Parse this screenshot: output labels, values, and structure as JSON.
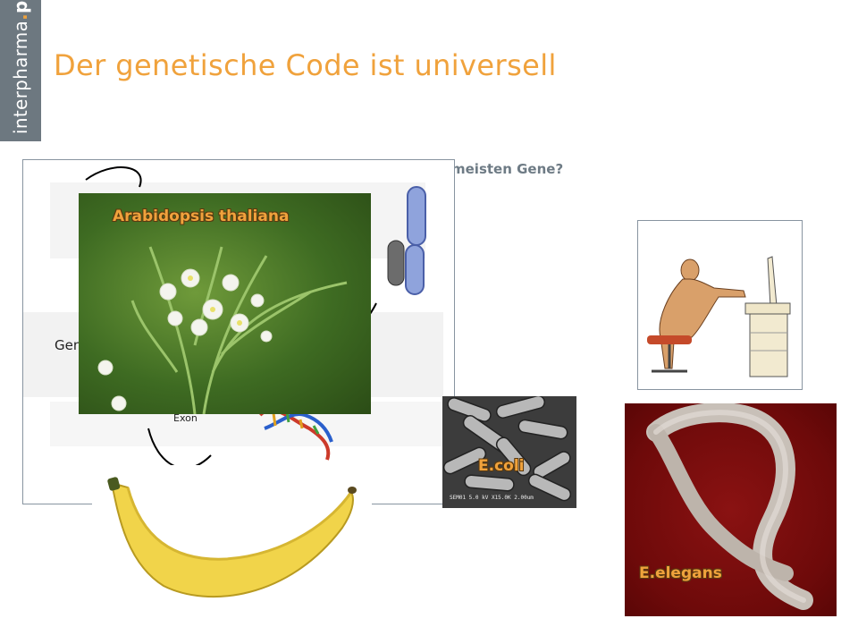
{
  "logo": {
    "prefix": "interpharma",
    "dot": ".",
    "suffix": "ph"
  },
  "title": "Der genetische Code ist universell",
  "question": "meisten Gene?",
  "diagram": {
    "label_gene": "Gen",
    "label_exon": "Exon"
  },
  "photos": {
    "arabidopsis": {
      "label": "Arabidopsis thaliana"
    },
    "ecoli": {
      "label": "E.coli",
      "scale_text": "SEM01 5.0 kV X15.0K 2.00um"
    },
    "elegans": {
      "label": "E.elegans"
    }
  },
  "colors": {
    "accent": "#f0a23c",
    "logo_bg": "#6d7880",
    "question_text": "#6e7b85"
  }
}
